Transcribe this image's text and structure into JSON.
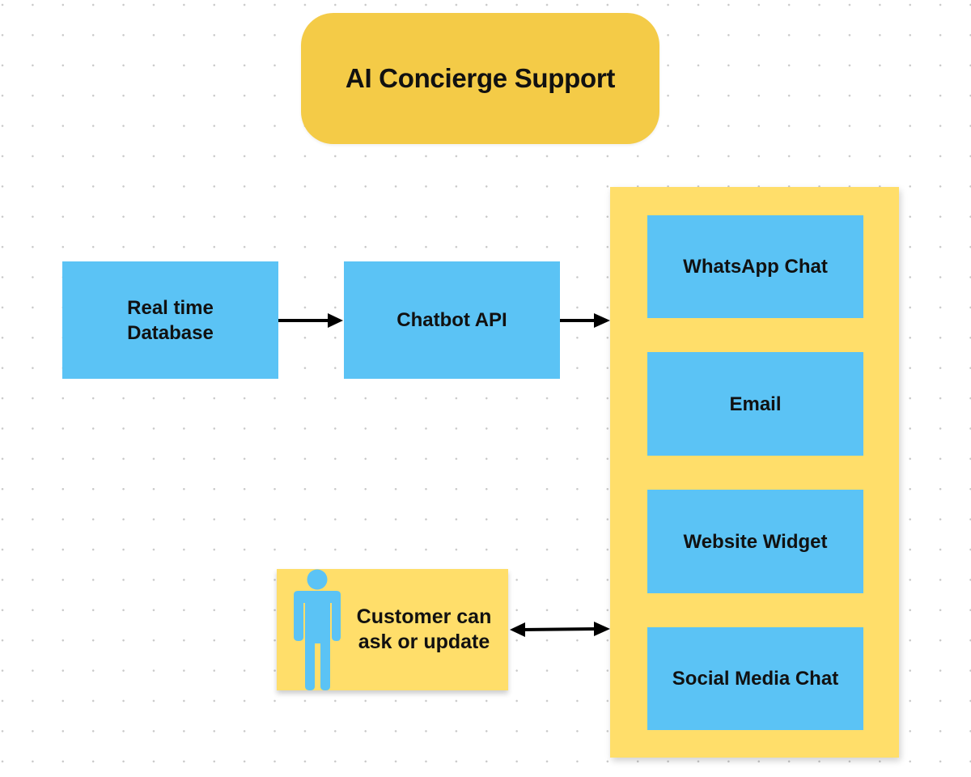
{
  "title": "AI Concierge Support",
  "nodes": {
    "database": "Real time Database",
    "chatbot_api": "Chatbot API",
    "channels": [
      "WhatsApp Chat",
      "Email",
      "Website Widget",
      "Social Media Chat"
    ],
    "customer": "Customer can ask or update"
  },
  "edges": [
    {
      "from": "Real time Database",
      "to": "Chatbot API",
      "type": "arrow"
    },
    {
      "from": "Chatbot API",
      "to": "Channels",
      "type": "arrow"
    },
    {
      "from": "Customer can ask or update",
      "to": "Channels",
      "type": "double-arrow"
    }
  ],
  "colors": {
    "title_fill": "#f4cb47",
    "sticky_fill": "#ffde6a",
    "box_fill": "#5bc3f5",
    "person_icon": "#5bc3f5",
    "arrow": "#000000"
  },
  "icons": {
    "customer": "person-icon"
  }
}
